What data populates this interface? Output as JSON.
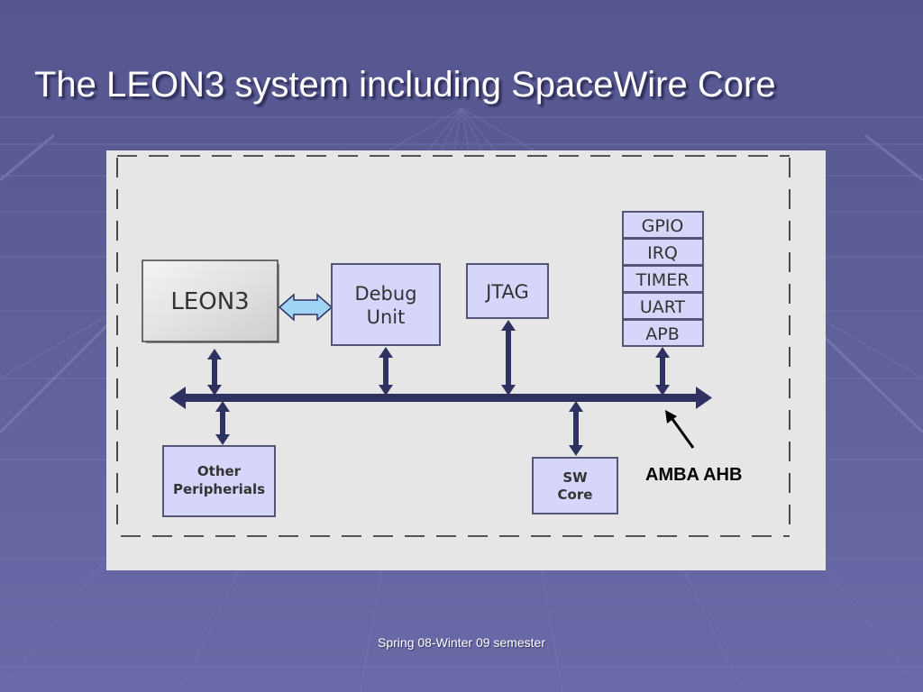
{
  "slide": {
    "title": "The LEON3 system including SpaceWire Core",
    "footer": "Spring 08-Winter 09 semester"
  },
  "diagram": {
    "blocks": {
      "leon3": "LEON3",
      "debug_line1": "Debug",
      "debug_line2": "Unit",
      "jtag": "JTAG",
      "gpio": "GPIO",
      "irq": "IRQ",
      "timer": "TIMER",
      "uart": "UART",
      "apb": "APB",
      "other_line1": "Other",
      "other_line2": "Peripherials",
      "sw_line1": "SW",
      "sw_line2": "Core"
    },
    "bus_label": "AMBA AHB"
  },
  "colors": {
    "background": "#5f5f9c",
    "panel": "#e6e6e6",
    "block_fill": "#d6d6fb",
    "bus": "#2f3260",
    "link_arrow": "#9fd4f5"
  }
}
